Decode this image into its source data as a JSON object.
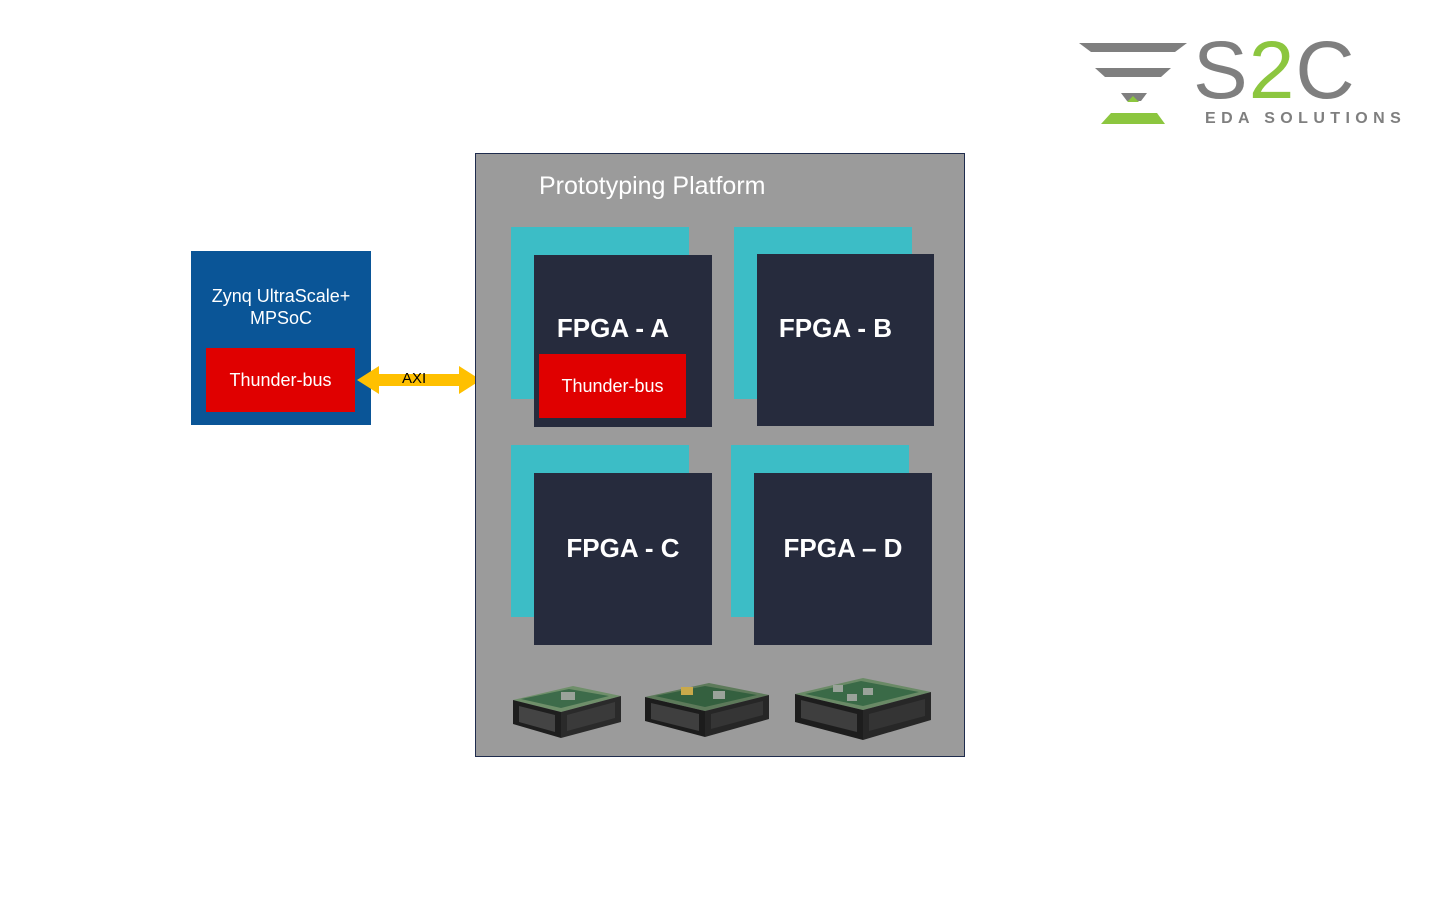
{
  "logo": {
    "brand_prefix": "S",
    "brand_accent": "2",
    "brand_suffix": "C",
    "tagline": "EDA SOLUTIONS",
    "colors": {
      "gray": "#7f7f7f",
      "green": "#8cc63f"
    }
  },
  "zynq": {
    "title": "Zynq UltraScale+\nMPSoC",
    "bus_label": "Thunder-bus",
    "color": "#0a5597"
  },
  "link": {
    "label": "AXI",
    "color": "#ffc000"
  },
  "platform": {
    "title": "Prototyping Platform",
    "fpgas": [
      {
        "label": "FPGA - A",
        "bus_label": "Thunder-bus"
      },
      {
        "label": "FPGA - B"
      },
      {
        "label": "FPGA - C"
      },
      {
        "label": "FPGA – D"
      }
    ],
    "hardware_images": [
      "single-board-chassis",
      "dual-board-chassis",
      "quad-board-chassis"
    ]
  }
}
